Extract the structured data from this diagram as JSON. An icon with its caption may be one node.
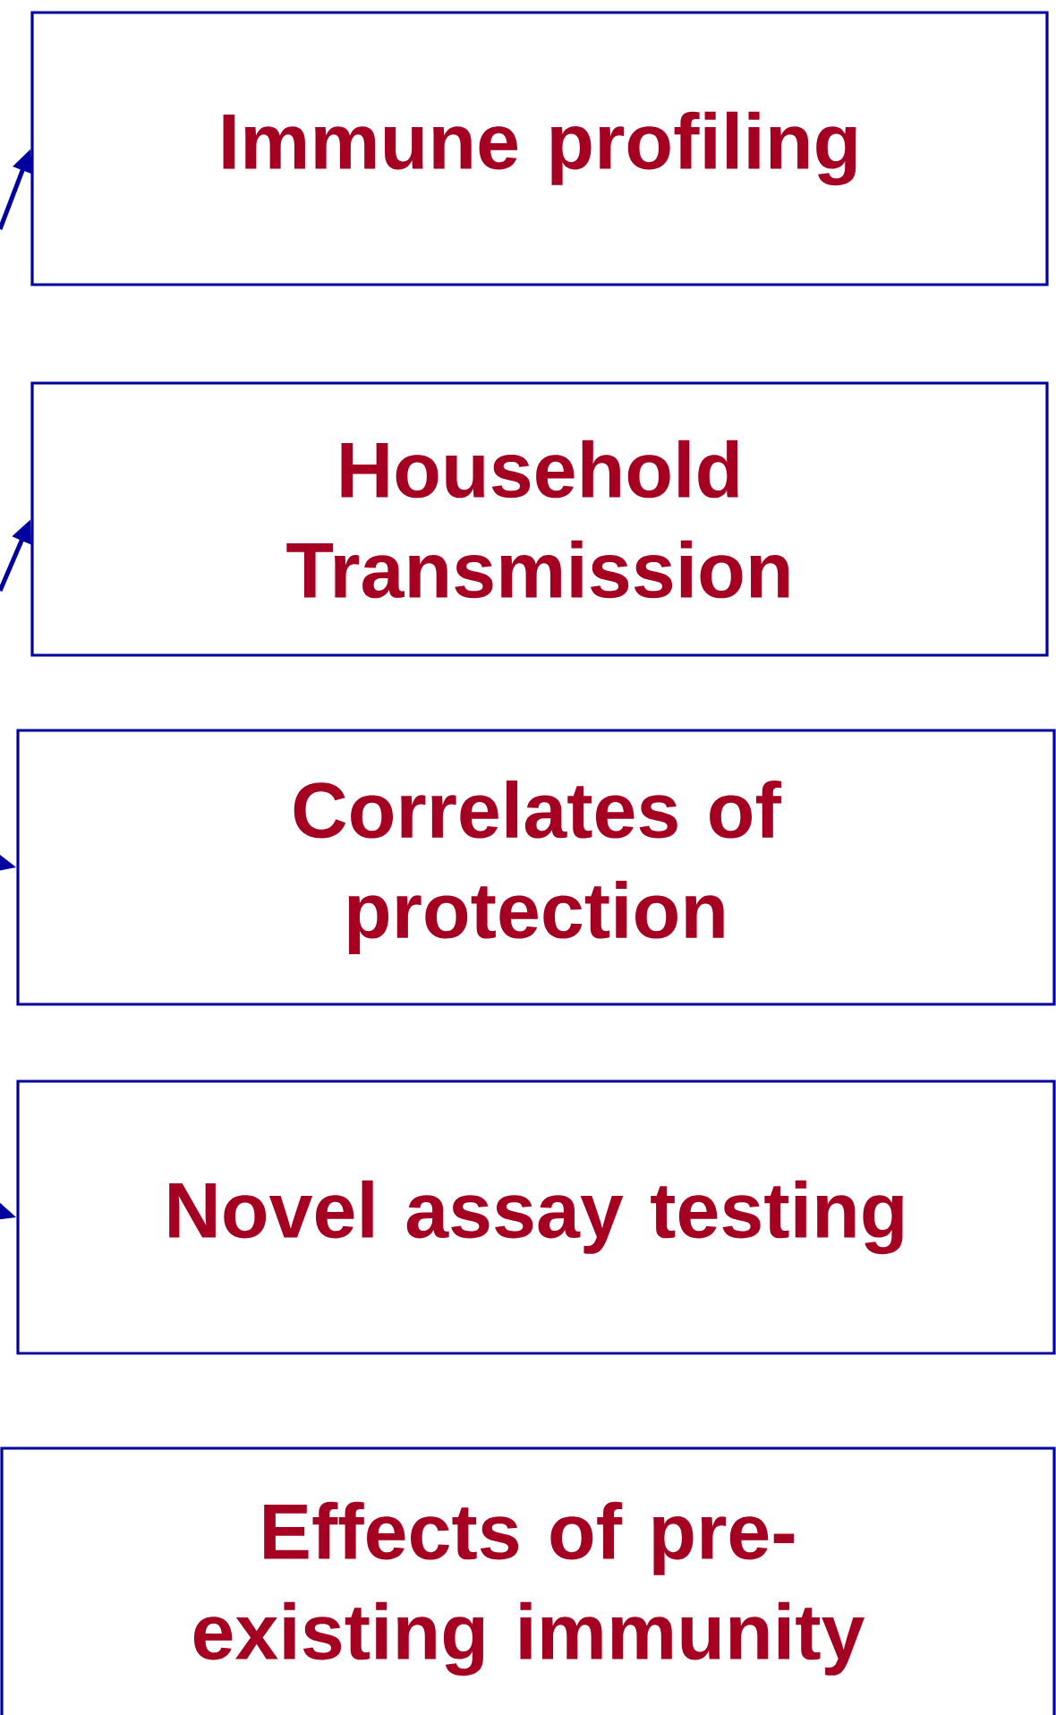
{
  "diagram": {
    "nodes": [
      {
        "text": [
          "Immune profiling"
        ]
      },
      {
        "text": [
          "Household Transmission"
        ]
      },
      {
        "text": [
          "Correlates of protection"
        ]
      },
      {
        "text": [
          "Novel assay testing"
        ]
      },
      {
        "text": [
          "Effects of pre- existing immunity"
        ]
      }
    ],
    "edges": [
      {
        "from": null,
        "to": 0,
        "arrow": "to"
      },
      {
        "from": null,
        "to": 1,
        "arrow": "to"
      },
      {
        "from": null,
        "to": 2,
        "arrow": "to"
      },
      {
        "from": null,
        "to": 3,
        "arrow": "to"
      }
    ]
  }
}
